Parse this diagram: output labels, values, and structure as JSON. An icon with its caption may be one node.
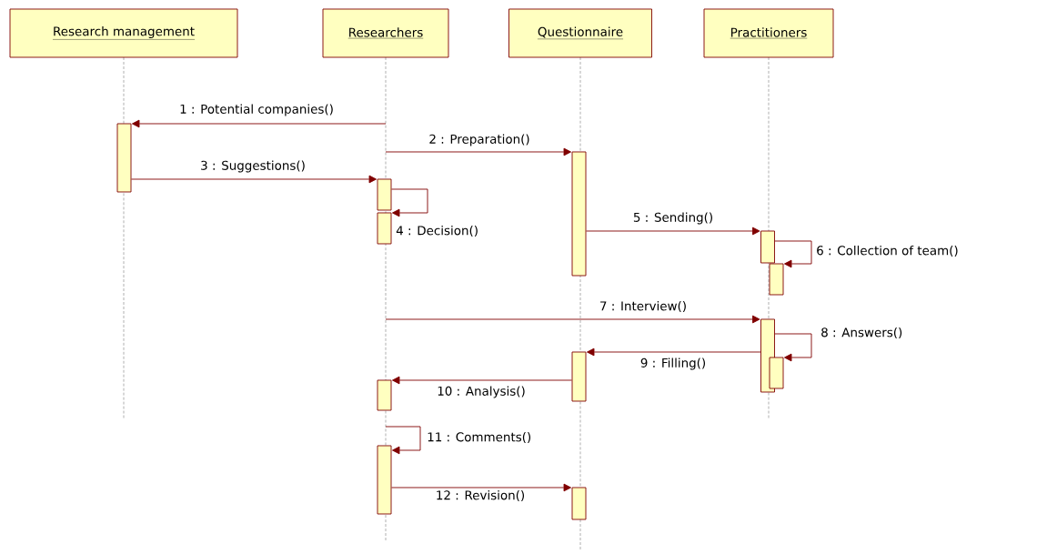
{
  "diagram": {
    "nodes": [
      {
        "text": [
          "Research management"
        ]
      },
      {
        "text": [
          "Researchers"
        ]
      },
      {
        "text": [
          "Questionnaire"
        ]
      },
      {
        "text": [
          "Practitioners"
        ]
      },
      {
        "text": [],
        "shape": "bar"
      },
      {
        "text": [],
        "shape": "bar"
      },
      {
        "text": [],
        "shape": "bar"
      },
      {
        "text": [],
        "shape": "bar"
      },
      {
        "text": [],
        "shape": "bar"
      },
      {
        "text": [],
        "shape": "bar"
      },
      {
        "text": [],
        "shape": "bar"
      },
      {
        "text": [],
        "shape": "bar"
      },
      {
        "text": [],
        "shape": "bar"
      },
      {
        "text": [],
        "shape": "bar"
      },
      {
        "text": [],
        "shape": "bar"
      },
      {
        "text": [],
        "shape": "bar"
      }
    ],
    "edges": [
      {
        "from": null,
        "to": 4,
        "arrow": "to",
        "label": "1 : Potential companies()"
      },
      {
        "from": null,
        "to": 5,
        "arrow": "to",
        "label": "2 : Preparation()"
      },
      {
        "from": 4,
        "to": 6,
        "arrow": "to",
        "label": "3 : Suggestions()"
      },
      {
        "from": 6,
        "to": 7,
        "arrow": "to",
        "label": "4 : Decision()"
      },
      {
        "from": 5,
        "to": 8,
        "arrow": "to",
        "label": "5 : Sending()"
      },
      {
        "from": 8,
        "to": 9,
        "arrow": "to",
        "label": "6 : Collection of team()"
      },
      {
        "from": null,
        "to": 10,
        "arrow": "to",
        "label": "7 : Interview()"
      },
      {
        "from": 10,
        "to": 12,
        "arrow": "to",
        "label": "8 : Answers()"
      },
      {
        "from": 10,
        "to": 11,
        "arrow": "to",
        "label": "9 : Filling()"
      },
      {
        "from": 11,
        "to": 13,
        "arrow": "to",
        "label": "10 : Analysis()"
      },
      {
        "from": null,
        "to": 14,
        "arrow": "to",
        "label": "11 : Comments()"
      },
      {
        "from": 14,
        "to": 15,
        "arrow": "to",
        "label": "12 : Revision()"
      }
    ]
  }
}
